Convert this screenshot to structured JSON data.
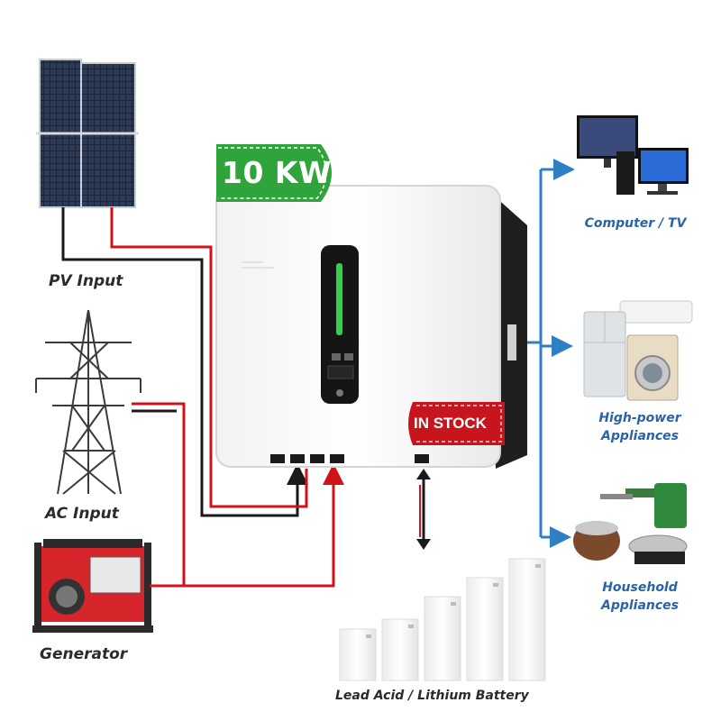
{
  "badges": {
    "power": "10 KW",
    "stock": "IN STOCK"
  },
  "inputs": {
    "pv": "PV Input",
    "ac": "AC Input",
    "generator": "Generator"
  },
  "outputs": {
    "computer_tv": "Computer / TV",
    "high_power_line1": "High-power",
    "high_power_line2": "Appliances",
    "household_line1": "Household",
    "household_line2": "Appliances"
  },
  "battery": "Lead Acid / Lithium Battery",
  "colors": {
    "red_line": "#d0121b",
    "black_line": "#1a1a1a",
    "blue_line": "#2f7fc4",
    "badge_green": "#2ea43a",
    "badge_red": "#c8141c"
  },
  "icons": [
    "solar-panel-icon",
    "power-tower-icon",
    "generator-icon",
    "inverter-icon",
    "computer-tv-icon",
    "appliances-icon",
    "household-icon",
    "battery-icon"
  ]
}
